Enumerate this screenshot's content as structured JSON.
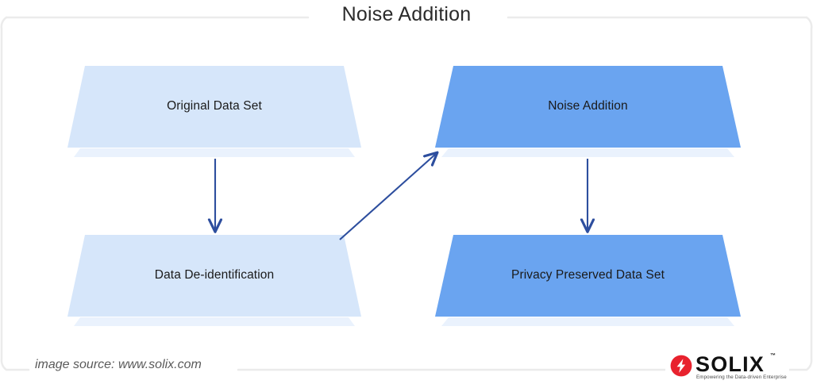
{
  "diagram": {
    "title": "Noise Addition",
    "frame_border_color": "#ebebeb",
    "nodes": [
      {
        "id": "original-data-set",
        "label": "Original Data Set",
        "fill": "#d6e6fa",
        "shadow_fill": "#eaf2fd",
        "column": "left",
        "row": "top"
      },
      {
        "id": "noise-addition",
        "label": "Noise Addition",
        "fill": "#6aa4f0",
        "shadow_fill": "#eaf2fd",
        "column": "right",
        "row": "top"
      },
      {
        "id": "data-de-identification",
        "label": "Data De-identification",
        "fill": "#d6e6fa",
        "shadow_fill": "#eaf2fd",
        "column": "left",
        "row": "bottom"
      },
      {
        "id": "privacy-preserved-data-set",
        "label": "Privacy Preserved Data Set",
        "fill": "#6aa4f0",
        "shadow_fill": "#eaf2fd",
        "column": "right",
        "row": "bottom"
      }
    ],
    "arrows": [
      {
        "id": "original-to-deidentification",
        "from": "original-data-set",
        "to": "data-de-identification",
        "direction": "down",
        "color": "#2d4e9e"
      },
      {
        "id": "deidentification-to-noise",
        "from": "data-de-identification",
        "to": "noise-addition",
        "direction": "diagonal-up-right",
        "color": "#2d4e9e"
      },
      {
        "id": "noise-to-privacy",
        "from": "noise-addition",
        "to": "privacy-preserved-data-set",
        "direction": "down",
        "color": "#2d4e9e"
      }
    ]
  },
  "footer": {
    "source": "image source: www.solix.com",
    "logo": {
      "word": "SOLIX",
      "trademark": "™",
      "tagline": "Empowering the Data-driven Enterprise",
      "mark_color": "#e8222e",
      "bolt_color": "#ffffff"
    }
  }
}
